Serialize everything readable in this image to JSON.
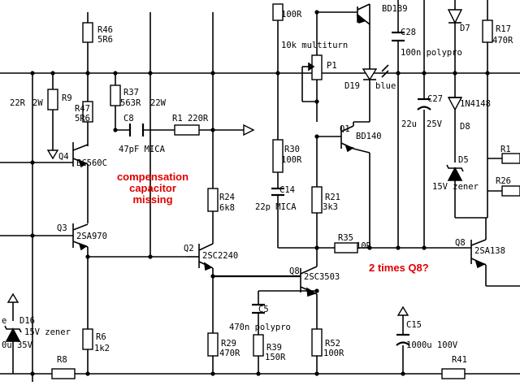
{
  "components": {
    "r46": {
      "ref": "R46",
      "value": "5R6"
    },
    "r37": {
      "ref": "R37",
      "value": "563R",
      "extra": "22W"
    },
    "r9": {
      "ref": "R9",
      "left_value": "22R",
      "left_power": "2W"
    },
    "r47": {
      "ref": "R47",
      "value": "5R6"
    },
    "c8": {
      "ref": "C8",
      "value": "47pF MICA"
    },
    "r1": {
      "ref": "R1 220R"
    },
    "q4": {
      "ref": "Q4",
      "type": "BC560C"
    },
    "q3": {
      "ref": "Q3",
      "type": "2SA970"
    },
    "q2": {
      "ref": "Q2",
      "type": "2SC2240"
    },
    "r24": {
      "ref": "R24",
      "value": "6k8"
    },
    "r100_top": {
      "value": "100R"
    },
    "p1": {
      "ref": "P1",
      "label": "10k multiturn"
    },
    "bd139": {
      "type": "BD139"
    },
    "c28": {
      "ref": "C28",
      "value": "100n polypro"
    },
    "d19": {
      "ref": "D19",
      "color": "blue"
    },
    "q1": {
      "ref": "Q1",
      "type": "BD140"
    },
    "r30": {
      "ref": "R30",
      "value": "100R"
    },
    "c14": {
      "ref": "C14",
      "value": "22p MICA"
    },
    "r21": {
      "ref": "R21",
      "value": "3k3"
    },
    "r35": {
      "ref": "R35",
      "value": "10R"
    },
    "q8a": {
      "ref": "Q8",
      "type": "2SC3503"
    },
    "c5": {
      "ref": "C5",
      "value": "470n polypro"
    },
    "r29": {
      "ref": "R29",
      "value": "470R"
    },
    "r39": {
      "ref": "R39",
      "value": "150R"
    },
    "r52": {
      "ref": "R52",
      "value": "100R"
    },
    "c27": {
      "ref": "C27",
      "value": "22u",
      "voltage": "25V"
    },
    "d7": {
      "ref": "D7"
    },
    "r17": {
      "ref": "R17",
      "value": "470R"
    },
    "d8": {
      "ref": "D8",
      "type": "1N4148"
    },
    "d5": {
      "ref": "D5",
      "value": "15V zener"
    },
    "r1x": {
      "ref": "R1"
    },
    "r26": {
      "ref": "R26"
    },
    "q8b": {
      "ref": "Q8",
      "type": "2SA138"
    },
    "c15": {
      "ref": "C15",
      "value": "1000u 100V"
    },
    "r41": {
      "ref": "R41"
    },
    "d16": {
      "ref": "D16",
      "value": "15V zener",
      "cap_frag": "0u 35V",
      "label_frag": "e"
    },
    "r6": {
      "ref": "R6",
      "value": "1k2"
    },
    "r8": {
      "ref": "R8"
    }
  },
  "annotations": {
    "compensation": [
      "compensation",
      "capacitor",
      "missing"
    ],
    "two_times": "2 times Q8?"
  },
  "colors": {
    "wire": "#000000",
    "annotation": "#e00000",
    "background": "#ffffff"
  }
}
